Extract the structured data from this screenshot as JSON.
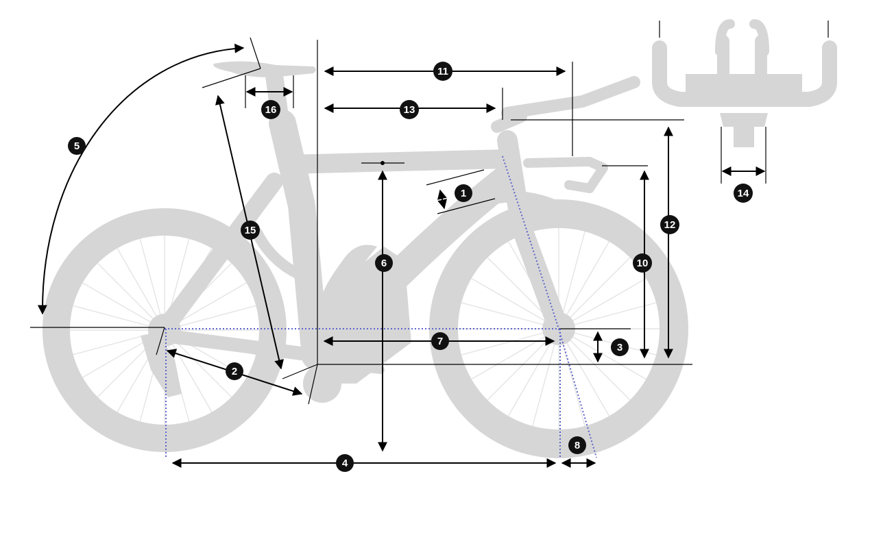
{
  "colors": {
    "bike": "#d6d6d6",
    "lines": "#000000",
    "dotted_guides": "#5b63c9",
    "badge_fill": "#111111",
    "badge_text": "#ffffff"
  },
  "labels": {
    "l1": "1",
    "l2": "2",
    "l3": "3",
    "l4": "4",
    "l5": "5",
    "l6": "6",
    "l7": "7",
    "l8": "8",
    "l10": "10",
    "l11": "11",
    "l12": "12",
    "l13": "13",
    "l14": "14",
    "l15": "15",
    "l16": "16"
  }
}
